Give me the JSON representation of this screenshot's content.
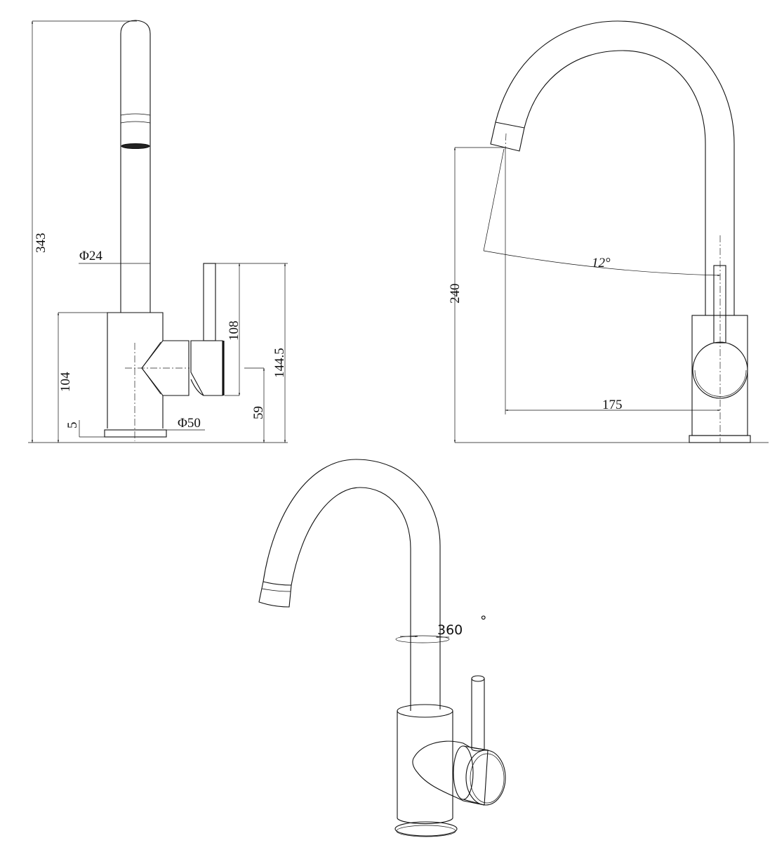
{
  "drawing": {
    "side_view": {
      "total_height": "343",
      "spout_diameter": "Φ24",
      "body_height": "104",
      "lever_height": "108",
      "lever_top_height": "144.5",
      "handle_center_height": "59",
      "base_thickness": "5",
      "base_diameter": "Φ50"
    },
    "front_view": {
      "outlet_height": "240",
      "reach": "175",
      "outlet_angle": "12°"
    },
    "iso_view": {
      "swivel_angle": "360",
      "degree_symbol": "°"
    },
    "line_color": "#111111"
  }
}
